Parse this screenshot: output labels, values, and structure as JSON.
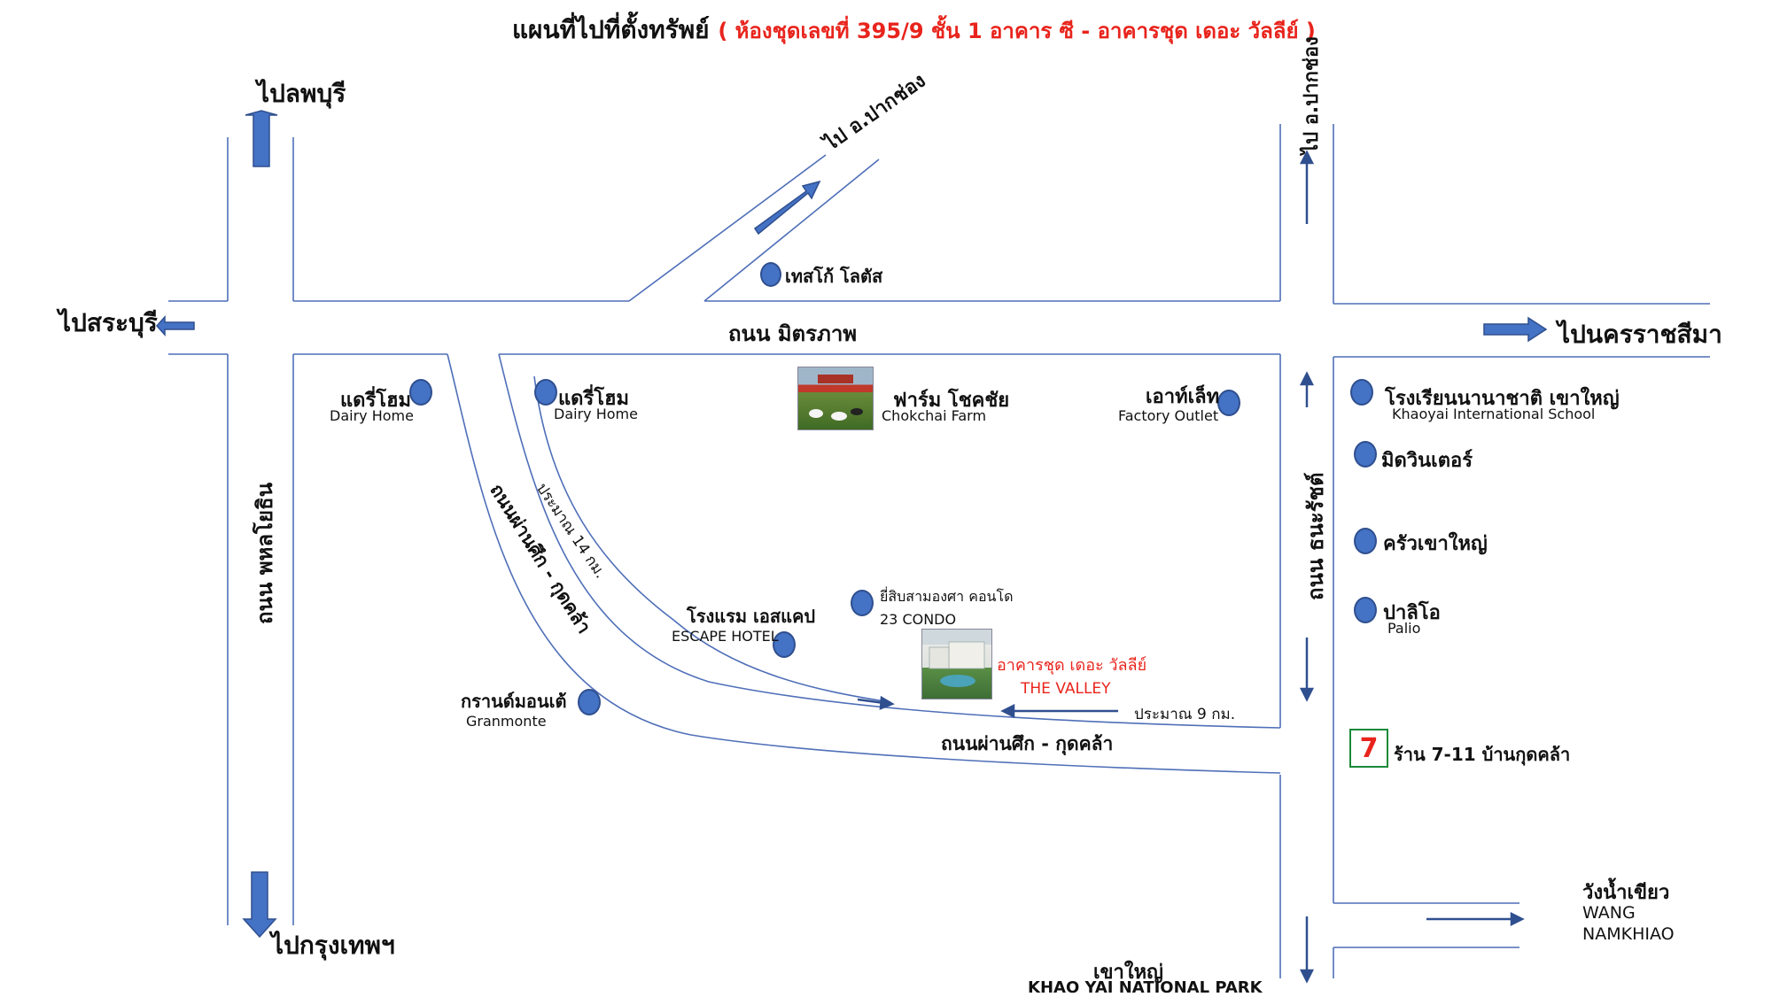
{
  "title": {
    "main": "แผนที่ไปที่ตั้งทรัพย์",
    "detail": "( ห้องชุดเลขที่ 395/9 ชั้น 1 อาคาร ซี - อาคารชุด เดอะ วัลลีย์ )"
  },
  "directions": {
    "lopburi": "ไปลพบุรี",
    "saraburi": "ไปสระบุรี",
    "bangkok": "ไปกรุงเทพฯ",
    "pakchong_diag": "ไป อ.ปากช่อง",
    "pakchong_top": "ไป อ.ปากช่อง",
    "nakhon": "ไปนครราชสีมา",
    "wang_th": "วังน้ำเขียว",
    "wang_en1": "WANG",
    "wang_en2": "NAMKHIAO",
    "khaoyai_th": "เขาใหญ่",
    "khaoyai_en": "KHAO YAI NATIONAL PARK"
  },
  "roads": {
    "mittraphap": "ถนน มิตรภาพ",
    "phahonyothin": "ถนน พหลโยธิน",
    "thanarat": "ถนน ธนะรัชต์",
    "phansuek_diag": "ถนนผ่านศึก - กุดคล้า",
    "phansuek_bottom": "ถนนผ่านศึก - กุดคล้า"
  },
  "distances": {
    "km14": "ประมาณ 14 กม.",
    "km9": "ประมาณ 9 กม."
  },
  "places": {
    "tesco": "เทสโก้ โลตัส",
    "dairy1_th": "แดรี่โฮม",
    "dairy1_en": "Dairy Home",
    "dairy2_th": "แดรี่โฮม",
    "dairy2_en": "Dairy Home",
    "chokchai_th": "ฟาร์ม โชคชัย",
    "chokchai_en": "Chokchai Farm",
    "outlet_th": "เอาท์เล็ท",
    "outlet_en": "Factory Outlet",
    "school_th": "โรงเรียนนานาชาติ เขาใหญ่",
    "school_en": "Khaoyai International School",
    "midwinter": "มิดวินเตอร์",
    "krua": "ครัวเขาใหญ่",
    "palio_th": "ปาลิโอ",
    "palio_en": "Palio",
    "condo23_th": "ยี่สิบสามองศา คอนโด",
    "condo23_en": "23 CONDO",
    "escape_th": "โรงแรม เอสแคป",
    "escape_en": "ESCAPE HOTEL",
    "granmonte_th": "กรานด์มอนเต้",
    "granmonte_en": "Granmonte",
    "valley_th": "อาคารชุด เดอะ วัลลีย์",
    "valley_en": "THE VALLEY",
    "seven_eleven": "ร้าน 7-11 บ้านกุดคล้า",
    "seven_logo": "7"
  },
  "colors": {
    "road": "#4f6fb8",
    "arrow_fill": "#4472c4",
    "arrow_stroke": "#2f4f8f",
    "dot": "#4472c4",
    "highlight": "#e8241c"
  }
}
